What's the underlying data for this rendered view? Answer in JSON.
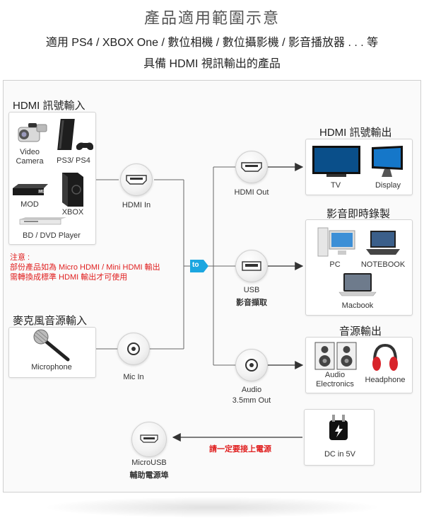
{
  "header": {
    "title": "產品適用範圍示意",
    "line1": "適用 PS4 / XBOX One / 數位相機 / 數位攝影機 / 影音播放器 . . . 等",
    "line2": "具備 HDMI 視訊輸出的產品"
  },
  "hdmi_input": {
    "section_title": "HDMI 訊號輸入",
    "devices": {
      "video_camera": "Video\nCamera",
      "ps": "PS3/ PS4",
      "mod": "MOD",
      "xbox": "XBOX",
      "bd_dvd": "BD / DVD Player",
      "mod_badge": "MOD"
    },
    "port_label": "HDMI In"
  },
  "note": {
    "line1": "注意 :",
    "line2": "部份產品如為 Micro HDMI / Mini HDMI 輸出",
    "line3": "需轉換成標準 HDMI 輸出才可使用"
  },
  "mic_input": {
    "section_title": "麥克風音源輸入",
    "device": "Microphone",
    "port_label": "Mic In"
  },
  "hub": {
    "label": "to"
  },
  "hdmi_out": {
    "port_label": "HDMI Out"
  },
  "usb": {
    "port_label": "USB",
    "port_label_2": "影音擷取"
  },
  "audio_out": {
    "port_label": "Audio",
    "port_label_2": "3.5mm Out"
  },
  "hdmi_output": {
    "section_title": "HDMI 訊號輸出",
    "tv": "TV",
    "display": "Display"
  },
  "recording": {
    "section_title": "影音即時錄製",
    "pc": "PC",
    "notebook": "NOTEBOOK",
    "macbook": "Macbook"
  },
  "audio_output": {
    "section_title": "音源輸出",
    "electronics": "Audio\nElectronics",
    "headphone": "Headphone"
  },
  "power": {
    "source": "DC in 5V",
    "warning": "請一定要接上電源",
    "port_label": "MicroUSB",
    "port_label_2": "輔助電源埠"
  },
  "colors": {
    "accent_red": "#e02020",
    "hub_blue": "#1ba6e0",
    "line": "#555555"
  }
}
